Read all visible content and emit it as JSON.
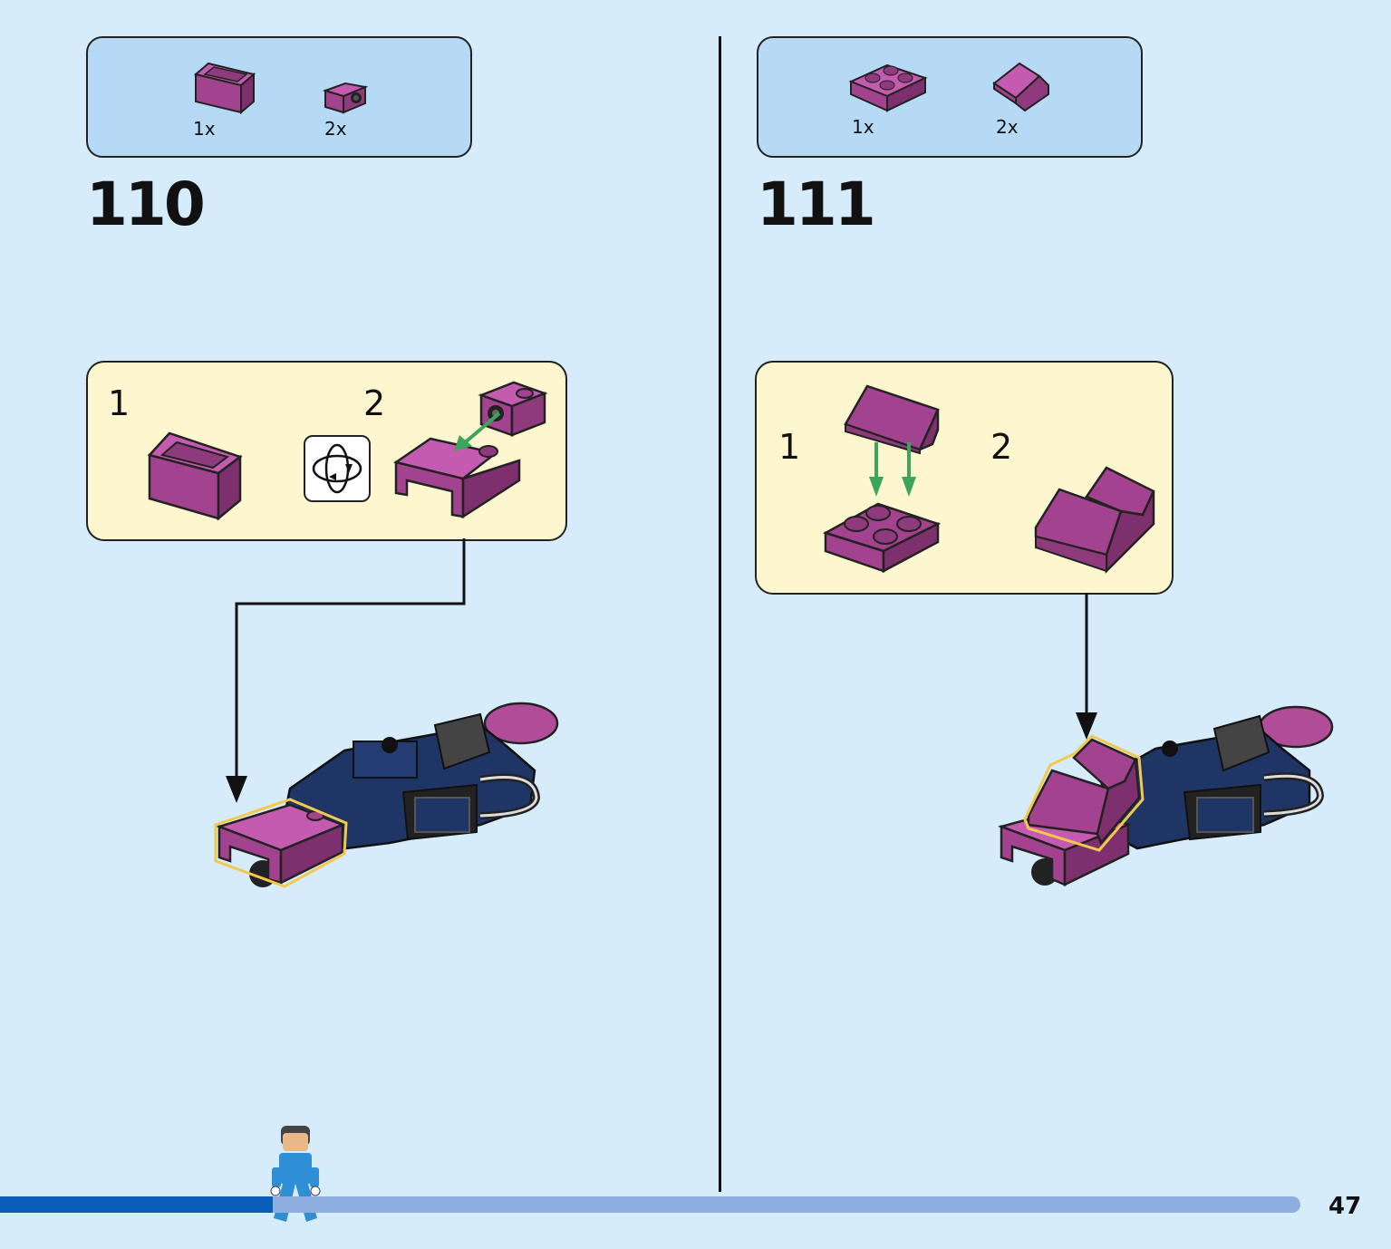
{
  "page_number": "47",
  "progress": 0.21,
  "colors": {
    "background": "#d6ecfb",
    "parts_box": "#b6d9f6",
    "callout_box": "#fdf6cf",
    "brick_purple": "#a3438f",
    "brick_dark_blue": "#1f3566",
    "arrow_green": "#3ba55c",
    "highlight": "#f2c94c",
    "progress_done": "#0a5db8",
    "progress_remaining": "#8eaee0"
  },
  "steps": [
    {
      "number": "110",
      "parts": [
        {
          "qty": "1x",
          "icon": "purple-panel-brick-icon"
        },
        {
          "qty": "2x",
          "icon": "purple-bracket-brick-icon"
        }
      ],
      "substeps": [
        "1",
        "2"
      ],
      "rotate_icon": "rotate-model-icon"
    },
    {
      "number": "111",
      "parts": [
        {
          "qty": "1x",
          "icon": "purple-plate-2x2-icon"
        },
        {
          "qty": "2x",
          "icon": "purple-slope-icon"
        }
      ],
      "substeps": [
        "1",
        "2"
      ]
    }
  ]
}
